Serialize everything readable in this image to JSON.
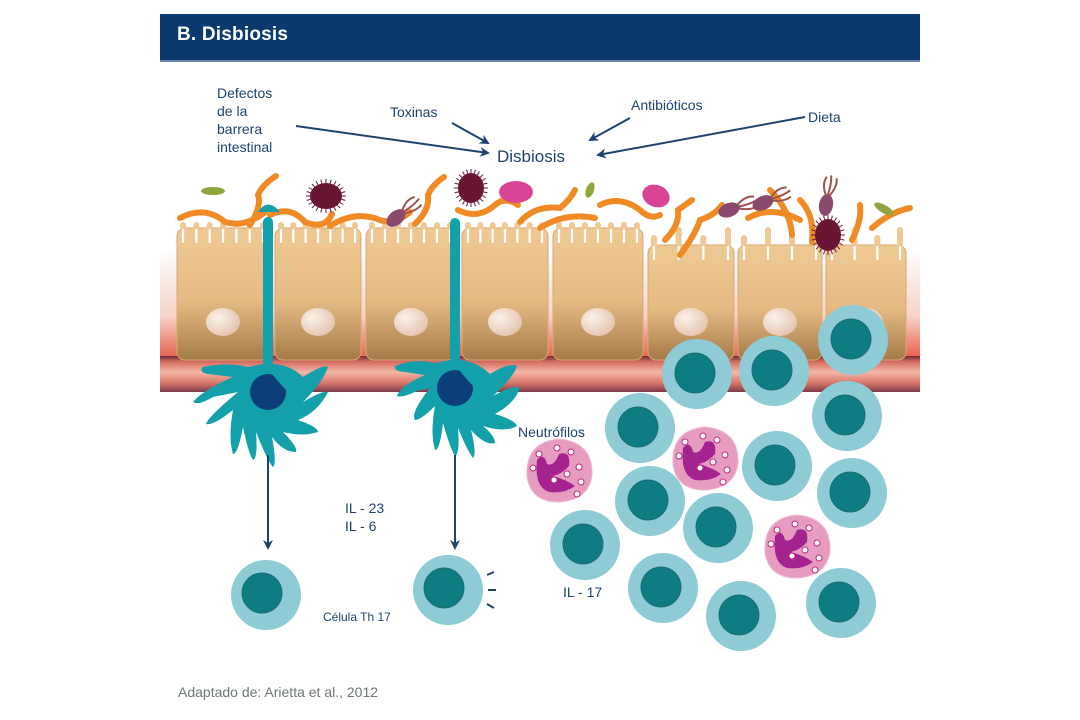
{
  "header": {
    "title": "B. Disbiosis"
  },
  "labels": {
    "barrier_defects": [
      "Defectos",
      "de la",
      "barrera",
      "intestinal"
    ],
    "toxins": "Toxinas",
    "antibiotics": "Antibióticos",
    "diet": "Dieta",
    "dysbiosis": "Disbiosis",
    "neutrophils": "Neutrófilos",
    "interleukins_dc": [
      "IL - 23",
      "IL - 6"
    ],
    "th17_cell": "Célula Th 17",
    "il17": "IL - 17"
  },
  "credit": "Adaptado de: Arietta et al., 2012",
  "colors": {
    "header_bg": "#0b3a6e",
    "text_blue": "#1d4270",
    "epithelium": "#ecc492",
    "epithelium_dark": "#a8804e",
    "nucleus": "#f2ddd0",
    "lamina": "#e2604a",
    "dendritic": "#14a0ab",
    "dendritic_nucleus": "#0c3f7a",
    "lymph_outer": "#8ecbd4",
    "lymph_inner": "#0e7d83",
    "neutrophil": "#e59cc0",
    "neutrophil_nucleus": "#a4238f",
    "bacteria_orange": "#f08a24",
    "bacteria_maroon": "#6b1535",
    "bacteria_magenta": "#d94595",
    "bacteria_green": "#8fa63c",
    "bacteria_purple": "#8a4a6e"
  }
}
